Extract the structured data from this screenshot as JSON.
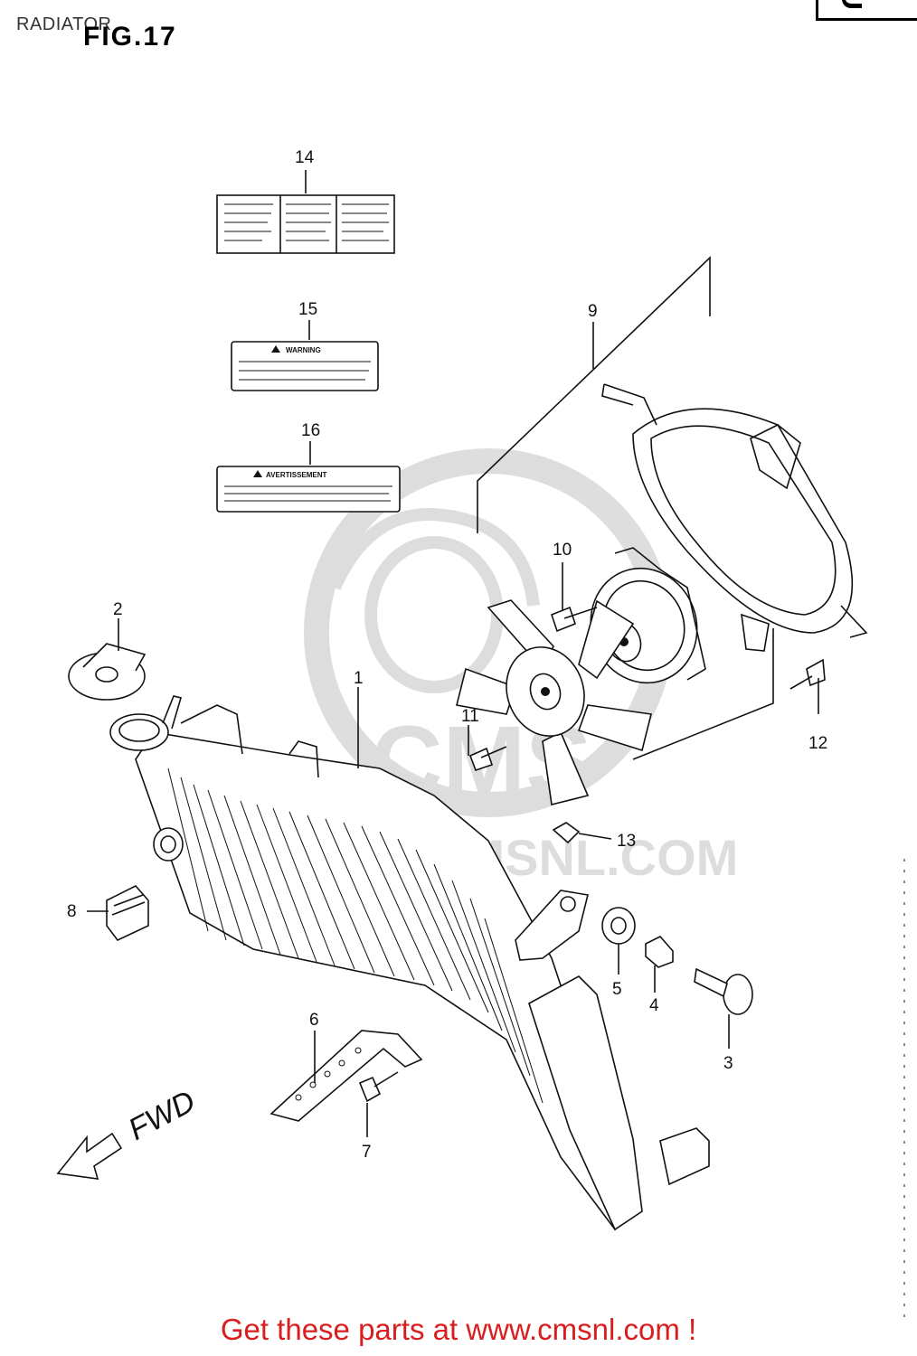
{
  "header": {
    "page_tag": "RADIATOR",
    "figure_title": "FIG.17"
  },
  "labels": {
    "warning": "WARNING",
    "avertissement": "AVERTISSEMENT"
  },
  "direction": "FWD",
  "watermark": {
    "brand": "CMS",
    "url": "WWW.CMSNL.COM"
  },
  "callouts": [
    "1",
    "2",
    "3",
    "4",
    "5",
    "6",
    "7",
    "8",
    "9",
    "10",
    "11",
    "12",
    "13",
    "14",
    "15",
    "16"
  ],
  "footer": {
    "text": "Get these parts at www.cmsnl.com !",
    "color": "#d81e1e"
  }
}
